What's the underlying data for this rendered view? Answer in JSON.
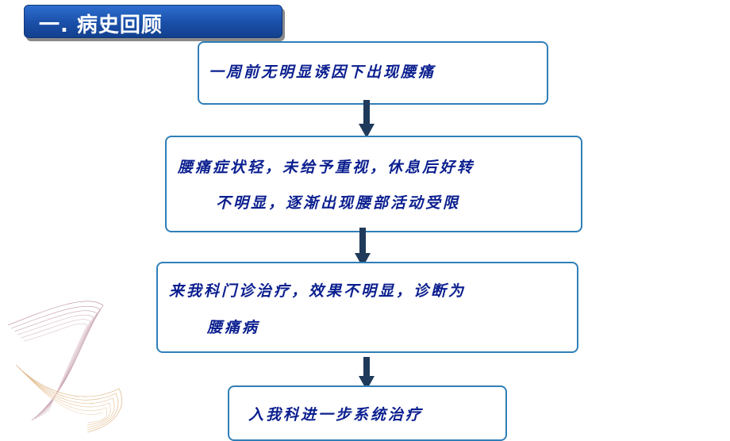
{
  "header": {
    "title": "一. 病史回顾"
  },
  "flow": {
    "step1": {
      "line1": "一周前无明显诱因下出现腰痛"
    },
    "step2": {
      "line1": "腰痛症状轻，未给予重视，休息后好转",
      "line2": "不明显，逐渐出现腰部活动受限"
    },
    "step3": {
      "line1": "来我科门诊治疗，效果不明显，诊断为",
      "line2": "腰痛病"
    },
    "step4": {
      "line1": "入我科进一步系统治疗"
    }
  },
  "colors": {
    "title_bg": "#1a4fa8",
    "box_border": "#2f7fb8",
    "text": "#0b1f8f",
    "arrow": "#1f3a5a"
  }
}
